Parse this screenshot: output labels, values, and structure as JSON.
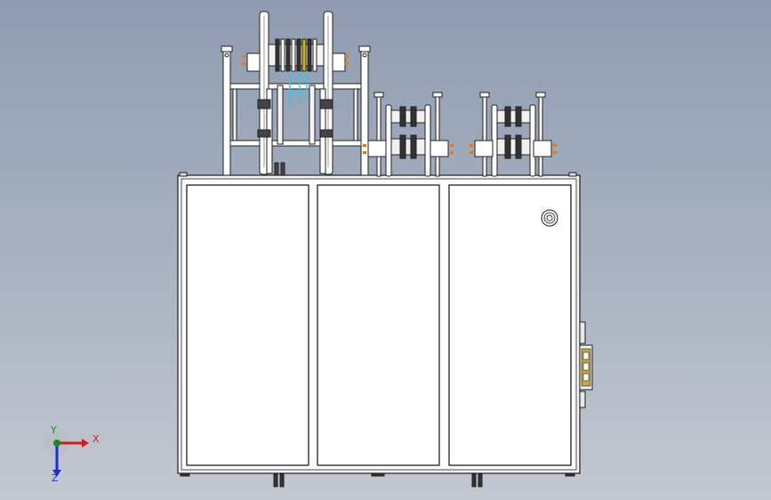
{
  "viewport": {
    "background_top": "#8f9cb1",
    "background_bottom": "#c3c8d0"
  },
  "model": {
    "line_color": "#1f1f1f",
    "panel_fill": "#ffffff",
    "accent_colors": [
      "#2ec9e6",
      "#d4b400",
      "#e07a20"
    ],
    "cabinet_doors": 3
  },
  "triad": {
    "x_label": "X",
    "y_label": "Y",
    "z_label": "Z",
    "x_color": "#d61a1a",
    "y_color": "#1a8a1a",
    "z_color": "#1a2fd6"
  }
}
